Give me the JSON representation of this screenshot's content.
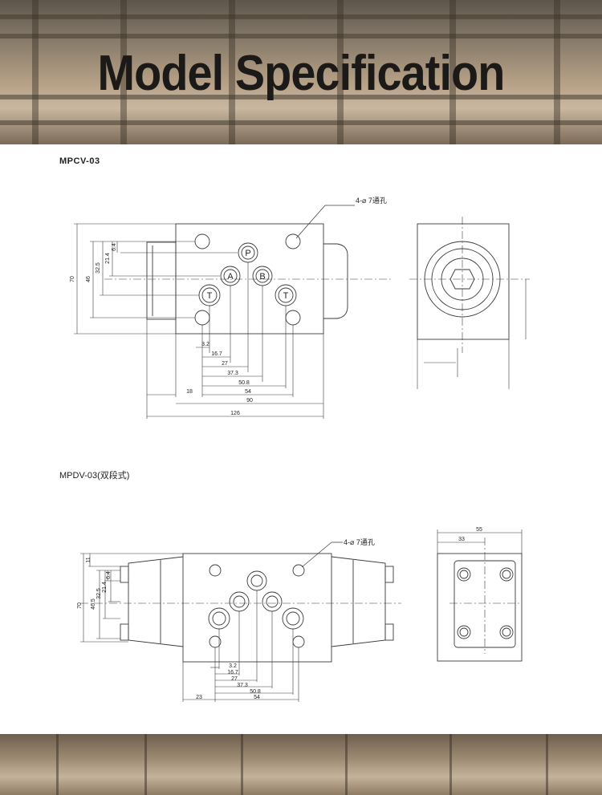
{
  "header": {
    "title": "Model Specification"
  },
  "colors": {
    "line": "#3a3a3a",
    "text": "#222222",
    "title": "#1b1a18"
  },
  "mpcv": {
    "model": "MPCV-03",
    "note": "4-⌀ 7通孔",
    "ports": {
      "p": "P",
      "a": "A",
      "b": "B",
      "t_left": "T",
      "t_right": "T"
    },
    "dims_bottom": {
      "d3_2": "3.2",
      "d16_7": "16.7",
      "d27": "27",
      "d37_3": "37.3",
      "d50_8": "50.8",
      "d54": "54",
      "d18": "18",
      "d90": "90",
      "d126": "126"
    },
    "dims_left": {
      "d70": "70",
      "d46": "46",
      "d32_5": "32.5",
      "d21_4": "21.4",
      "d6_4": "6.4"
    }
  },
  "mpdv": {
    "model": "MPDV-03(双段式)",
    "note": "4-⌀ 7通孔",
    "dims_bottom": {
      "d3_2": "3.2",
      "d16_7": "16.7",
      "d27": "27",
      "d37_3": "37.3",
      "d50_8": "50.8",
      "d23": "23",
      "d54": "54"
    },
    "dims_left": {
      "d11": "11",
      "d70": "70",
      "d46_5": "46.5",
      "d32_5": "32.5",
      "d21_4": "21.4",
      "d6_4": "6.4"
    },
    "dims_side": {
      "d55": "55",
      "d33": "33"
    }
  }
}
